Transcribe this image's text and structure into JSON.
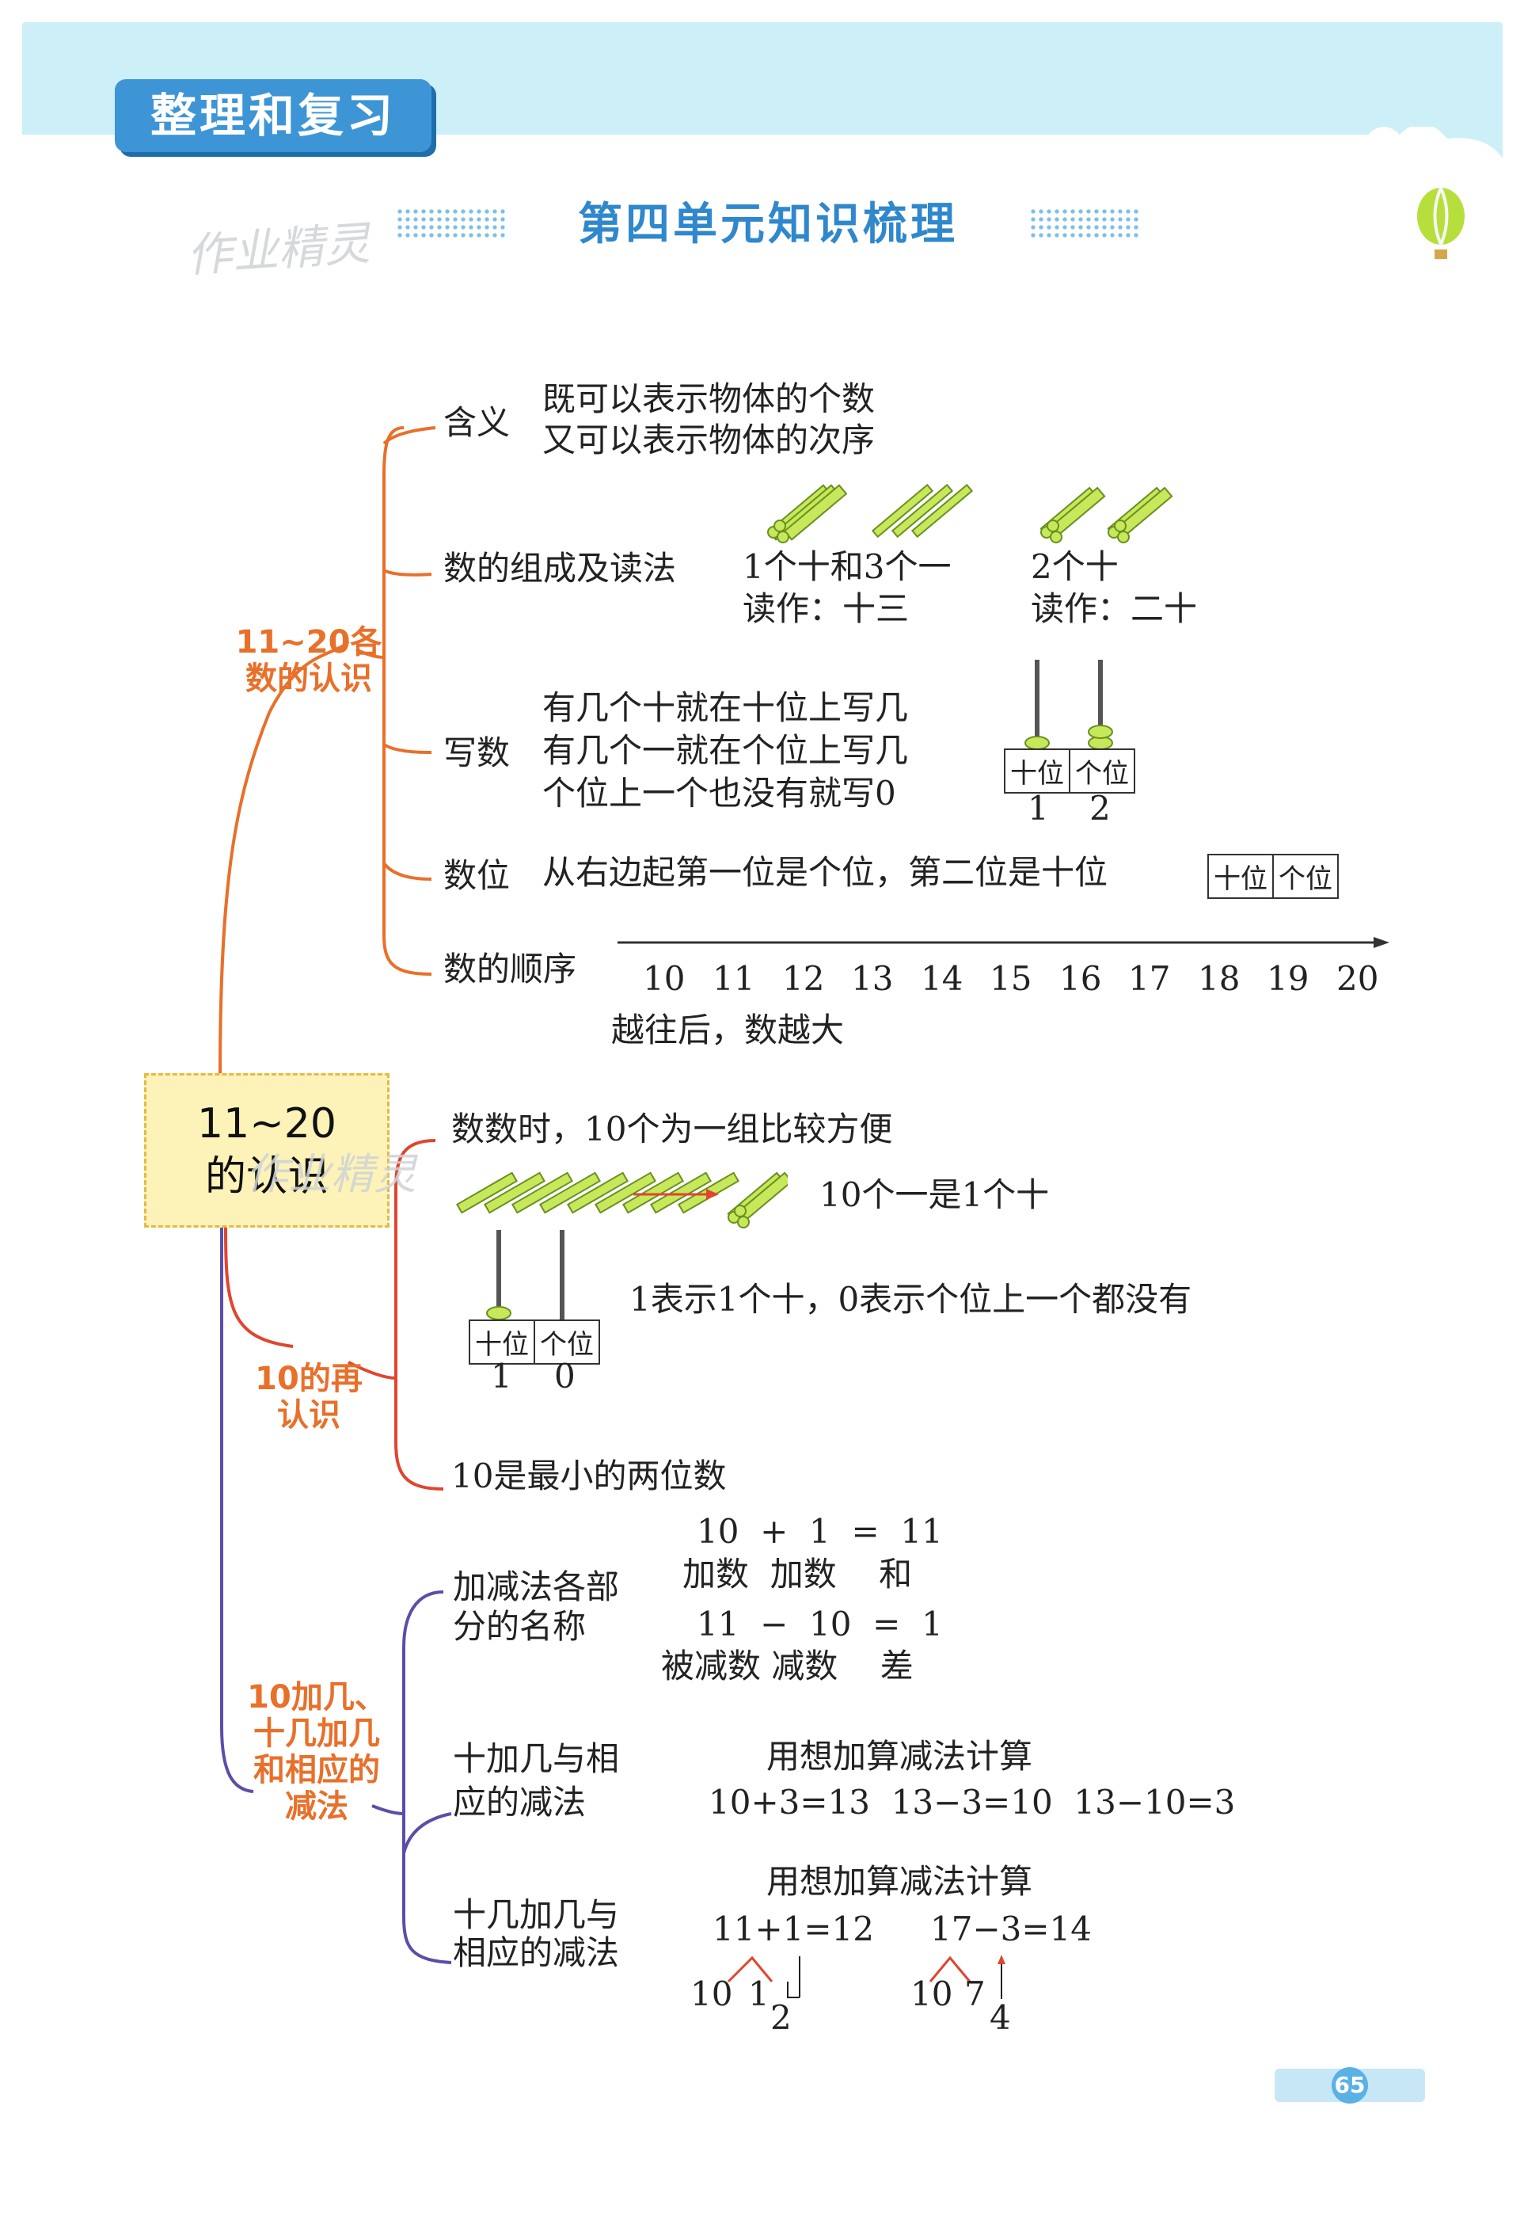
{
  "header": {
    "tag": "整理和复习",
    "unit_title": "第四单元知识梳理",
    "watermark": "作业精灵"
  },
  "root": {
    "line1": "11~20",
    "line2": "的认识"
  },
  "branches": {
    "b1": {
      "line1": "11~20各",
      "line2": "数的认识"
    },
    "b2": {
      "line1": "10的再",
      "line2": "认识"
    },
    "b3": {
      "line1": "10加几、",
      "line2": "十几加几",
      "line3": "和相应的",
      "line4": "减法"
    }
  },
  "meaning": {
    "label": "含义",
    "line1": "既可以表示物体的个数",
    "line2": "又可以表示物体的次序"
  },
  "composition": {
    "label": "数的组成及读法",
    "ex1_a": "1个十和3个一",
    "ex1_b": "读作：十三",
    "ex2_a": "2个十",
    "ex2_b": "读作：二十"
  },
  "writing": {
    "label": "写数",
    "line1": "有几个十就在十位上写几",
    "line2": "有几个一就在个位上写几",
    "line3": "个位上一个也没有就写0",
    "tens": "十位",
    "ones": "个位",
    "digit_tens": "1",
    "digit_ones": "2"
  },
  "place": {
    "label": "数位",
    "text": "从右边起第一位是个位，第二位是十位",
    "tens": "十位",
    "ones": "个位"
  },
  "order": {
    "label": "数的顺序",
    "numbers": [
      "10",
      "11",
      "12",
      "13",
      "14",
      "15",
      "16",
      "17",
      "18",
      "19",
      "20"
    ],
    "note": "越往后，数越大"
  },
  "ten": {
    "counting": "数数时，10个为一组比较方便",
    "ten_ones": "10个一是1个十",
    "meaning": "1表示1个十，0表示个位上一个都没有",
    "tens": "十位",
    "ones": "个位",
    "digit_tens": "1",
    "digit_ones": "0",
    "smallest": "10是最小的两位数"
  },
  "names": {
    "label1": "加减法各部",
    "label2": "分的名称",
    "eq1": "10  +  1  =  11",
    "eq1_names": "加数  加数    和",
    "eq2": "11  −  10  =  1",
    "eq2_names": "被减数 减数    差"
  },
  "tenplus": {
    "label1": "十加几与相",
    "label2": "应的减法",
    "title": "用想加算减法计算",
    "eqs": "10+3=13  13−3=10  13−10=3"
  },
  "teenplus": {
    "label1": "十几加几与",
    "label2": "相应的减法",
    "title": "用想加算减法计算",
    "eq1": "11+1=12",
    "eq2": "17−3=14",
    "split1_a": "10",
    "split1_b": "1",
    "split1_sum": "2",
    "split2_a": "10",
    "split2_b": "7",
    "split2_res": "4"
  },
  "page_number": "65",
  "colors": {
    "orange": "#e8702a",
    "purple": "#5a4fa8",
    "red": "#e0452f",
    "blue": "#2f87cc"
  }
}
